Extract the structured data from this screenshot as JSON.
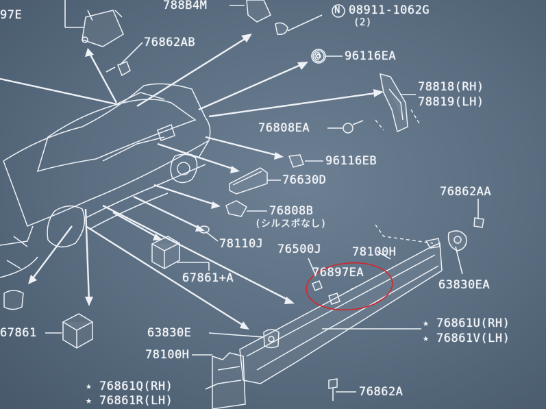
{
  "labels": {
    "p97e": "97E",
    "p788b4m": "788B4M",
    "p08911": "08911-1062G",
    "p08911_qty": "(2)",
    "p76862ab": "76862AB",
    "p96116ea": "96116EA",
    "p78818": "78818(RH)",
    "p78819": "78819(LH)",
    "p76808ea": "76808EA",
    "p96116eb": "96116EB",
    "p76630d": "76630D",
    "p76862aa": "76862AA",
    "p76808b": "76808B",
    "p76808b_note": "(シルスポなし)",
    "p78110j": "78110J",
    "p76500j": "76500J",
    "p78100h_a": "78100H",
    "p76897ea": "76897EA",
    "p63830ea": "63830EA",
    "p67861a": "67861+A",
    "p67861": "67861",
    "p63830e": "63830E",
    "p76861u": "76861U(RH)",
    "p76861v": "76861V(LH)",
    "p78100h_b": "78100H",
    "p76861q": "76861Q(RH)",
    "p76861r": "76861R(LH)",
    "p76862a": "76862A"
  },
  "symbols": {
    "nut_marker": "N",
    "clip_marker": "@",
    "star": "★"
  },
  "colors": {
    "screen_bg": "#5a6d80",
    "line_art": "#eef2f7",
    "highlight_circle": "#d3262b"
  }
}
